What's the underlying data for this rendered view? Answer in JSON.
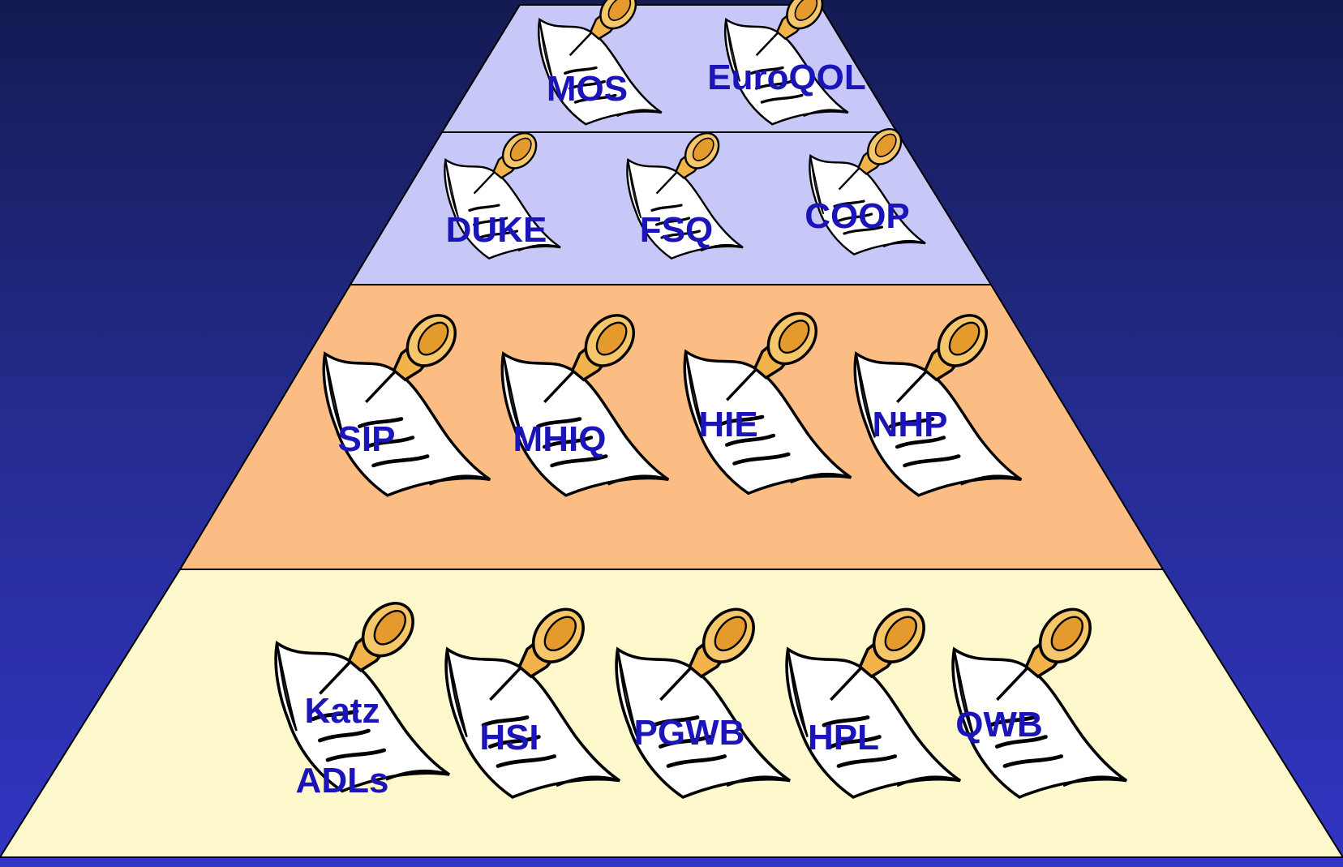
{
  "colors": {
    "label": "#1b14b8",
    "tier_1": "#c8c8f8",
    "tier_2": "#c8c8f8",
    "tier_3": "#fbbd84",
    "tier_4": "#fdf9cc",
    "pin": "#f2b34a",
    "paper": "#ffffff",
    "outline": "#000000"
  },
  "icons": {
    "note": "pinned-note-icon"
  },
  "tiers": [
    {
      "items": [
        {
          "label_lines": [
            "MOS"
          ]
        },
        {
          "label_lines": [
            "EuroQOL"
          ]
        }
      ]
    },
    {
      "items": [
        {
          "label_lines": [
            "DUKE"
          ]
        },
        {
          "label_lines": [
            "FSQ"
          ]
        },
        {
          "label_lines": [
            "COOP"
          ]
        }
      ]
    },
    {
      "items": [
        {
          "label_lines": [
            "SIP"
          ]
        },
        {
          "label_lines": [
            "MHIQ"
          ]
        },
        {
          "label_lines": [
            "HIE"
          ]
        },
        {
          "label_lines": [
            "NHP"
          ]
        }
      ]
    },
    {
      "items": [
        {
          "label_lines": [
            "Katz",
            "ADLs"
          ]
        },
        {
          "label_lines": [
            "HSI"
          ]
        },
        {
          "label_lines": [
            "PGWB"
          ]
        },
        {
          "label_lines": [
            "HPL"
          ]
        },
        {
          "label_lines": [
            "QWB"
          ]
        }
      ]
    }
  ]
}
